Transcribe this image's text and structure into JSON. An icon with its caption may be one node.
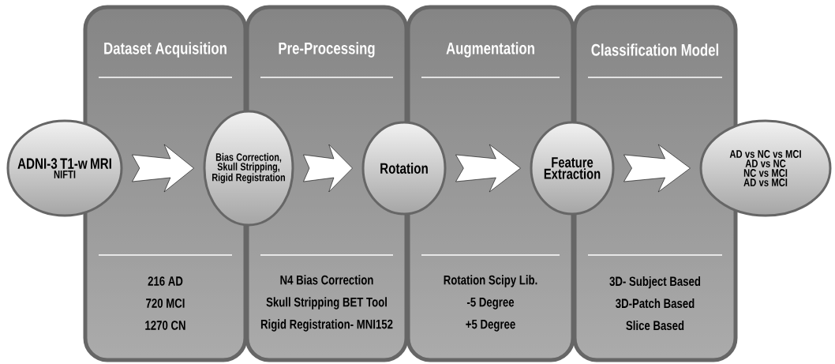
{
  "diagram": {
    "nodes": [
      {
        "text": [
          "Dataset Acquisition",
          "216 AD",
          "720 MCI",
          "1270 CN"
        ]
      },
      {
        "text": [
          "Pre-Processing",
          "N4 Bias Correction",
          "Skull Stripping BET Tool",
          "Rigid Registration- MNI152"
        ]
      },
      {
        "text": [
          "Augmentation",
          "Rotation Scipy Lib.",
          "-5 Degree",
          "+5 Degree"
        ]
      },
      {
        "text": [
          "Classification Model",
          "3D- Subject Based",
          "3D-Patch Based",
          "Slice Based"
        ]
      },
      {
        "text": [
          "ADNI-3 T1-w MRI",
          "NIFTI"
        ]
      },
      {
        "text": [
          "Bias Correction, Skull Stripping, Rigid Registration"
        ]
      },
      {
        "text": [
          "Rotation"
        ]
      },
      {
        "text": [
          "Feature Extraction"
        ]
      },
      {
        "text": [
          "AD vs NC vs MCI",
          "AD vs NC",
          "NC vs MCI",
          "AD vs MCI"
        ]
      }
    ],
    "edges": [
      {
        "from": 4,
        "to": 5,
        "arrow": "to"
      },
      {
        "from": 5,
        "to": 6,
        "arrow": "to"
      },
      {
        "from": 6,
        "to": 7,
        "arrow": "to"
      },
      {
        "from": 7,
        "to": 8,
        "arrow": "to"
      }
    ]
  }
}
